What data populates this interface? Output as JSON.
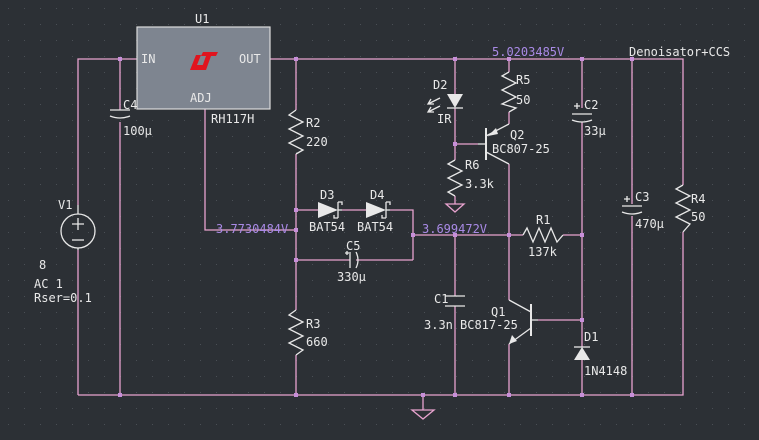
{
  "components": {
    "u1": {
      "ref": "U1",
      "pin_in": "IN",
      "pin_out": "OUT",
      "pin_adj": "ADJ",
      "part": "RH117H"
    },
    "v1": {
      "ref": "V1",
      "value": "8",
      "ac": "AC 1",
      "rser": "Rser=0.1"
    },
    "c4": {
      "ref": "C4",
      "value": "100µ"
    },
    "r2": {
      "ref": "R2",
      "value": "220"
    },
    "r3": {
      "ref": "R3",
      "value": "660"
    },
    "d3": {
      "ref": "D3",
      "value": "BAT54"
    },
    "d4": {
      "ref": "D4",
      "value": "BAT54"
    },
    "c5": {
      "ref": "C5",
      "value": "330µ"
    },
    "d2": {
      "ref": "D2",
      "value": "IR"
    },
    "r5": {
      "ref": "R5",
      "value": "50"
    },
    "r6": {
      "ref": "R6",
      "value": "3.3k"
    },
    "q2": {
      "ref": "Q2",
      "value": "BC807-25"
    },
    "r1": {
      "ref": "R1",
      "value": "137k"
    },
    "c1": {
      "ref": "C1",
      "value": "3.3n"
    },
    "q1": {
      "ref": "Q1",
      "value": "BC817-25"
    },
    "d1": {
      "ref": "D1",
      "value": "1N4148"
    },
    "c2": {
      "ref": "C2",
      "value": "33µ"
    },
    "c3": {
      "ref": "C3",
      "value": "470µ"
    },
    "r4": {
      "ref": "R4",
      "value": "50"
    }
  },
  "net_voltages": {
    "out": "5.0203485V",
    "adj": "3.7730484V",
    "node": "3.699472V"
  },
  "net_labels": {
    "denoisator": "Denoisator+CCS"
  },
  "colors": {
    "background": "#2c3035",
    "wire": "#e8a3cf",
    "voltage": "#a98ae6",
    "logo": "#e0141e"
  }
}
